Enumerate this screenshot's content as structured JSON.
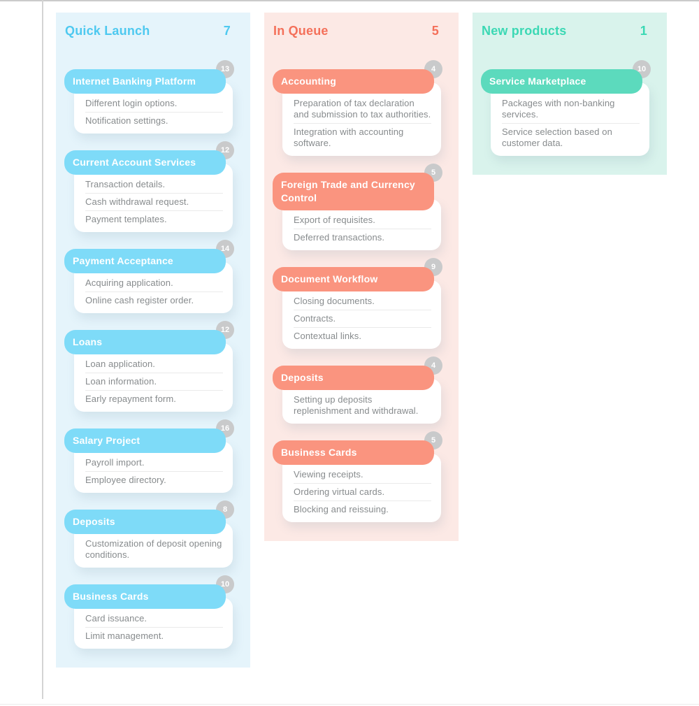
{
  "badge_color": "#C9CACB",
  "item_text_color": "#878B8D",
  "board": {
    "columns": [
      {
        "title": "Quick Launch",
        "count": "7",
        "theme": {
          "column_bg": "#E5F4FB",
          "accent": "#4EC9F0",
          "card_header_bg": "#7EDBF8"
        },
        "cards": [
          {
            "title": "Internet Banking Platform",
            "badge": "13",
            "items": [
              "Different login options.",
              "Notification settings."
            ]
          },
          {
            "title": "Current Account Services",
            "badge": "12",
            "items": [
              "Transaction details.",
              "Cash withdrawal request.",
              "Payment templates."
            ]
          },
          {
            "title": "Payment Acceptance",
            "badge": "14",
            "items": [
              "Acquiring application.",
              "Online cash register order."
            ]
          },
          {
            "title": "Loans",
            "badge": "12",
            "items": [
              "Loan application.",
              "Loan information.",
              "Early repayment form."
            ]
          },
          {
            "title": "Salary Project",
            "badge": "16",
            "items": [
              "Payroll import.",
              "Employee directory."
            ]
          },
          {
            "title": "Deposits",
            "badge": "8",
            "items": [
              "Customization of deposit opening conditions."
            ]
          },
          {
            "title": "Business Cards",
            "badge": "10",
            "items": [
              "Card issuance.",
              "Limit management."
            ]
          }
        ]
      },
      {
        "title": "In Queue",
        "count": "5",
        "theme": {
          "column_bg": "#FCE9E5",
          "accent": "#F4705A",
          "card_header_bg": "#FA947F"
        },
        "cards": [
          {
            "title": "Accounting",
            "badge": "4",
            "items": [
              "Preparation of tax declaration and submission to tax authorities.",
              "Integration with accounting software."
            ]
          },
          {
            "title": "Foreign Trade and Currency Control",
            "badge": "5",
            "items": [
              "Export of requisites.",
              "Deferred transactions."
            ]
          },
          {
            "title": "Document Workflow",
            "badge": "9",
            "items": [
              "Closing documents.",
              "Contracts.",
              "Contextual links."
            ]
          },
          {
            "title": "Deposits",
            "badge": "4",
            "items": [
              "Setting up deposits replenishment and withdrawal."
            ]
          },
          {
            "title": "Business Cards",
            "badge": "5",
            "items": [
              "Viewing receipts.",
              "Ordering virtual cards.",
              "Blocking and reissuing."
            ]
          }
        ]
      },
      {
        "title": "New products",
        "count": "1",
        "theme": {
          "column_bg": "#D9F3EC",
          "accent": "#3BD8B4",
          "card_header_bg": "#5CDABD"
        },
        "cards": [
          {
            "title": "Service Marketplace",
            "badge": "10",
            "items": [
              "Packages with non-banking services.",
              "Service selection based on customer data."
            ]
          }
        ]
      }
    ]
  }
}
